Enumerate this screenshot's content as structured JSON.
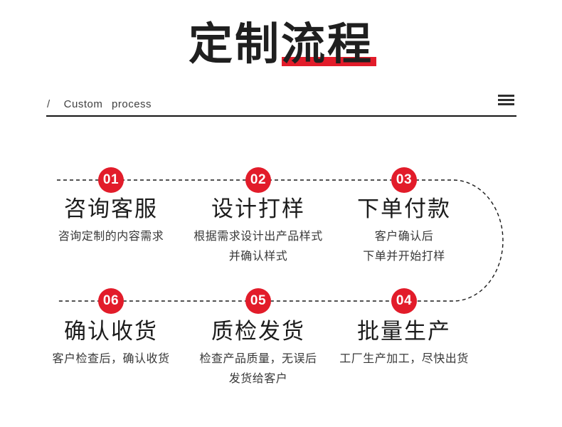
{
  "colors": {
    "red": "#e21c2a",
    "ink": "#1f1f1f",
    "body": "#383838"
  },
  "header": {
    "title_part1": "定制",
    "title_part2": "流程",
    "slash": "/",
    "subtitle": "Custom process",
    "menu_icon": "menu-icon"
  },
  "steps": [
    {
      "num": "01",
      "title": "咨询客服",
      "lines": [
        "咨询定制的内容需求"
      ]
    },
    {
      "num": "02",
      "title": "设计打样",
      "lines": [
        "根据需求设计出产品样式",
        "并确认样式"
      ]
    },
    {
      "num": "03",
      "title": "下单付款",
      "lines": [
        "客户确认后",
        "下单并开始打样"
      ]
    },
    {
      "num": "04",
      "title": "批量生产",
      "lines": [
        "工厂生产加工，尽快出货"
      ]
    },
    {
      "num": "05",
      "title": "质检发货",
      "lines": [
        "检查产品质量，无误后",
        "发货给客户"
      ]
    },
    {
      "num": "06",
      "title": "确认收货",
      "lines": [
        "客户检查后，确认收货"
      ]
    }
  ]
}
